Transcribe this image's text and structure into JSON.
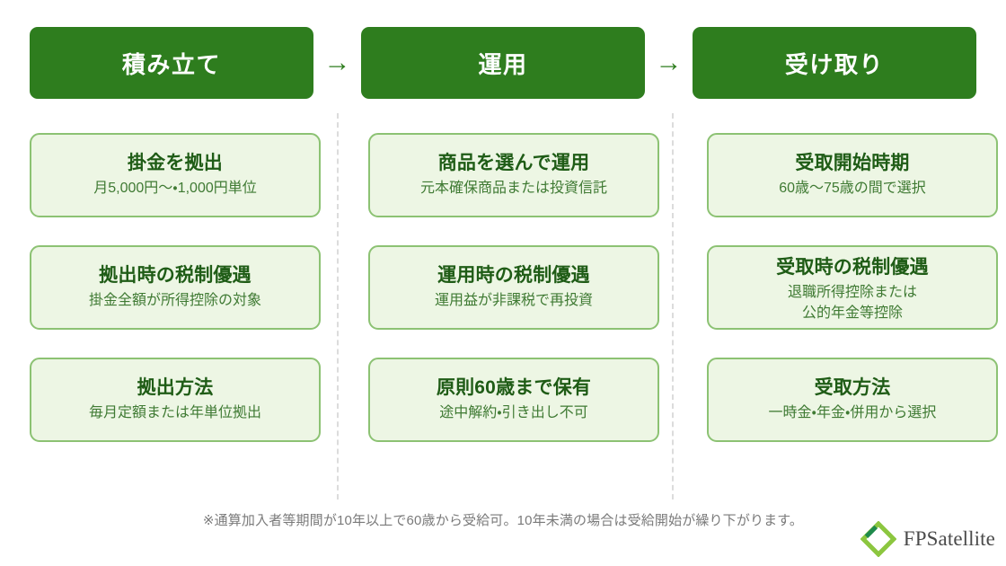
{
  "diagram": {
    "title_row": {
      "arrow_glyph": "→",
      "stages": [
        {
          "label": "積み立て"
        },
        {
          "label": "運用"
        },
        {
          "label": "受け取り"
        }
      ]
    },
    "columns": [
      {
        "stage": "積み立て",
        "cards": [
          {
            "title": "掛金を拠出",
            "sub_lines": [
              "月5,000円〜・1,000円単位"
            ]
          },
          {
            "title": "拠出時の税制優遇",
            "sub_lines": [
              "掛金全額が所得控除の対象"
            ]
          },
          {
            "title": "拠出方法",
            "sub_lines": [
              "毎月定額または年単位拠出"
            ]
          }
        ]
      },
      {
        "stage": "運用",
        "cards": [
          {
            "title": "商品を選んで運用",
            "sub_lines": [
              "元本確保商品または投資信託"
            ]
          },
          {
            "title": "運用時の税制優遇",
            "sub_lines": [
              "運用益が非課税で再投資"
            ]
          },
          {
            "title": "原則60歳まで保有",
            "sub_lines": [
              "途中解約・引き出し不可"
            ]
          }
        ]
      },
      {
        "stage": "受け取り",
        "cards": [
          {
            "title": "受取開始時期",
            "sub_lines": [
              "60歳〜75歳の間で選択"
            ]
          },
          {
            "title": "受取時の税制優遇",
            "sub_lines": [
              "退職所得控除または",
              "公的年金等控除"
            ]
          },
          {
            "title": "受取方法",
            "sub_lines": [
              "一時金・年金・併用から選択"
            ]
          }
        ]
      }
    ],
    "footnote": "※通算加入者等期間が10年以上で60歳から受給可。10年未満の場合は受給開始が繰り下がります。",
    "logo": {
      "name": "FPSatellite",
      "mark_icon": "diamond-logo-icon",
      "colors": {
        "diamond_light": "#8cc63f",
        "diamond_dark": "#1f8a4c"
      }
    },
    "colors": {
      "header_green": "#2e7d1e",
      "card_fill": "#edf6e4",
      "card_border": "#8cc273",
      "card_title": "#1f5c16",
      "card_sub": "#3f7a33",
      "divider": "#dcdcdc",
      "footnote": "#7a7a7a"
    }
  }
}
